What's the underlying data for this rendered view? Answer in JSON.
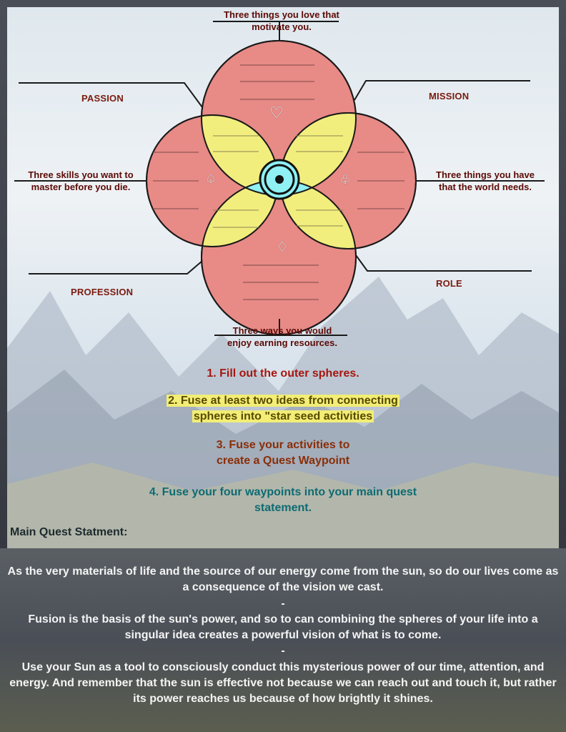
{
  "labels": {
    "passion": "PASSION",
    "mission": "MISSION",
    "profession": "PROFESSION",
    "role": "ROLE"
  },
  "captions": {
    "top_line1": "Three things you love that",
    "top_line2": "motivate you.",
    "left_line1": "Three skills you want to",
    "left_line2": "master before you die.",
    "right_line1": "Three things you have",
    "right_line2": "that the world needs.",
    "bottom_line1": "Three ways you would",
    "bottom_line2": "enjoy earning resources."
  },
  "symbols": {
    "heart": "♡",
    "spade": "♤",
    "club": "♧",
    "diamond": "♢"
  },
  "steps": {
    "step1": "1. Fill out the outer spheres.",
    "step2_line1": "2. Fuse at least two ideas from connecting",
    "step2_line2": "spheres into   \"star seed activities",
    "step3_line1": "3. Fuse your activities to",
    "step3_line2": "create a Quest Waypoint",
    "step4_line1": "4. Fuse your four waypoints into your main quest",
    "step4_line2": "statement."
  },
  "main_quest_label": "Main Quest Statment:",
  "bottom": {
    "p1": "As the very materials of life and the source of our energy come from the sun, so do our lives come as a consequence of the vision we cast.",
    "sep1": "-",
    "p2": "Fusion is the basis of the sun's power, and so to can combining the spheres of your life into a singular idea creates a powerful vision of what is to come.",
    "sep2": "-",
    "p3": "Use your Sun as a tool to consciously conduct this mysterious power of our time, attention, and energy. And remember that the sun is effective not because we can reach out and touch it, but rather its power reaches us because of how brightly it shines."
  },
  "colors": {
    "outer_circle": "#e88a86",
    "overlap": "#f2ee7e",
    "center": "#8ff1f4",
    "line": "#1a1a1a"
  }
}
